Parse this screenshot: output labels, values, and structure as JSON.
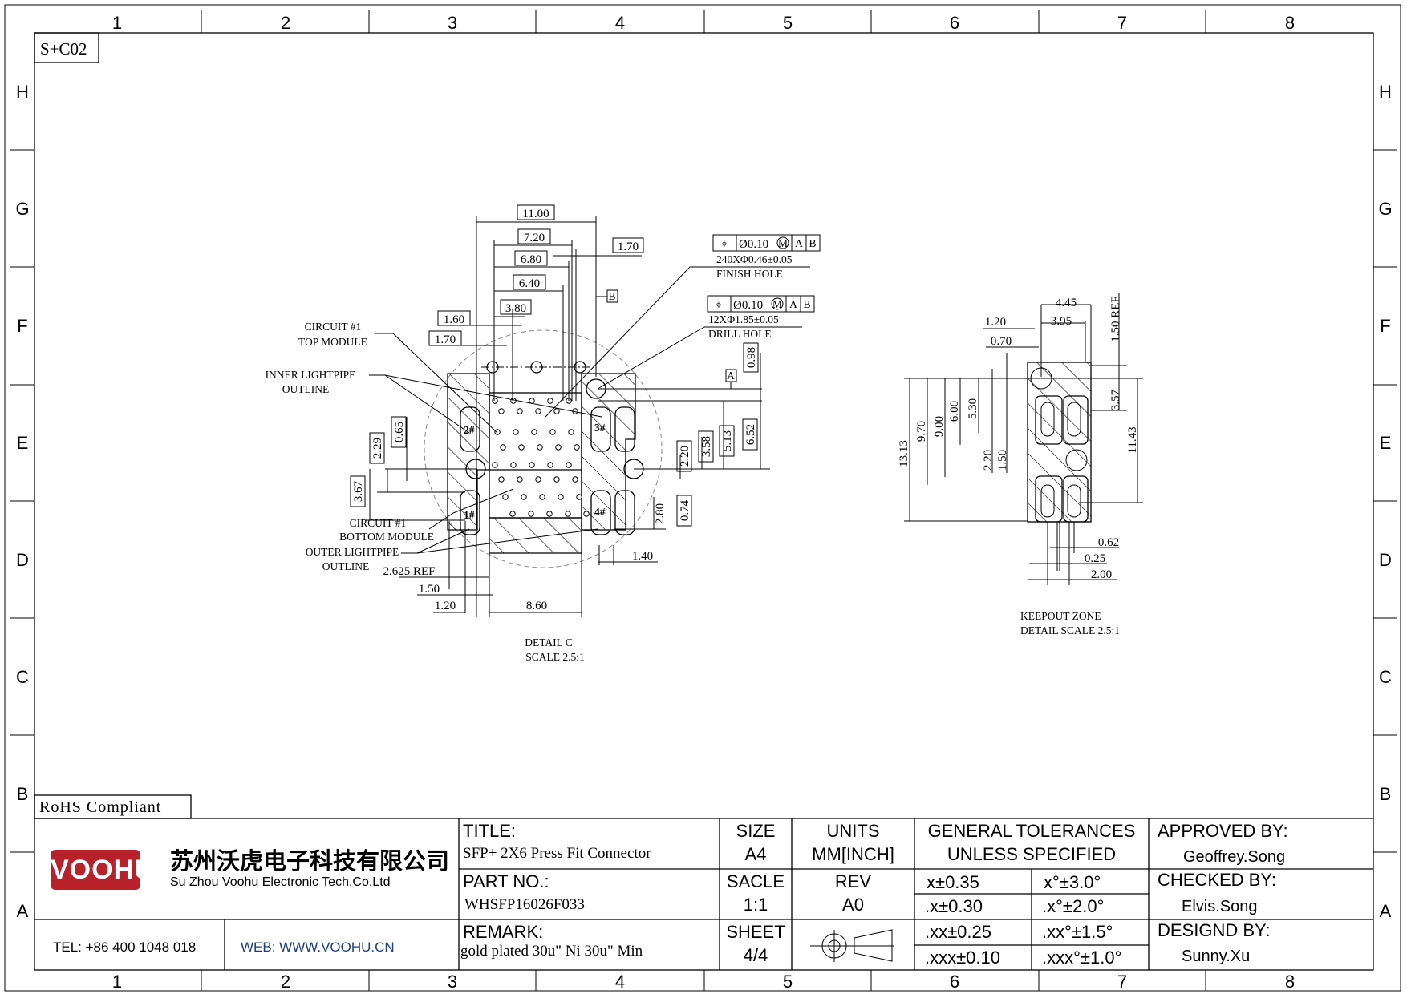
{
  "frame": {
    "columns": [
      "1",
      "2",
      "3",
      "4",
      "5",
      "6",
      "7",
      "8"
    ],
    "rows": [
      "H",
      "G",
      "F",
      "E",
      "D",
      "C",
      "B",
      "A"
    ],
    "drawing_id": "S+C02",
    "rohs_label": "RoHS Compliant"
  },
  "detail_c": {
    "dims": {
      "d11_00": "11.00",
      "d7_20": "7.20",
      "d6_80": "6.80",
      "d6_40": "6.40",
      "d3_80": "3.80",
      "d1_60": "1.60",
      "d1_70_left": "1.70",
      "d1_70_right": "1.70",
      "d0_98": "0.98",
      "d0_65": "0.65",
      "d2_29": "2.29",
      "d3_67": "3.67",
      "d2_20": "2.20",
      "d3_58": "3.58",
      "d5_13": "5.13",
      "d6_52": "6.52",
      "d2_80": "2.80",
      "d0_74": "0.74",
      "d1_40": "1.40",
      "d2_625": "2.625 REF",
      "d1_50": "1.50",
      "d1_20": "1.20",
      "d8_60": "8.60"
    },
    "datum_a": "A",
    "datum_b": "B",
    "fcf_finish": {
      "symbol": "⌖",
      "tolerance": "Ø0.10",
      "modifier": "M",
      "ref1": "A",
      "ref2": "B",
      "note": "240XΦ0.46±0.05",
      "note2": "FINISH HOLE"
    },
    "fcf_drill": {
      "symbol": "⌖",
      "tolerance": "Ø0.10",
      "modifier": "M",
      "ref1": "A",
      "ref2": "B",
      "note": "12XΦ1.85±0.05",
      "note2": "DRILL HOLE"
    },
    "callouts": {
      "top_module_1": "CIRCUIT #1",
      "top_module_2": "TOP MODULE",
      "inner_lp_1": "INNER LIGHTPIPE",
      "inner_lp_2": "OUTLINE",
      "bottom_module_1": "CIRCUIT #1",
      "bottom_module_2": "BOTTOM MODULE",
      "outer_lp_1": "OUTER LIGHTPIPE",
      "outer_lp_2": "OUTLINE"
    },
    "port_labels": [
      "1#",
      "2#",
      "3#",
      "4#"
    ],
    "title": "DETAIL C",
    "scale": "SCALE 2.5:1"
  },
  "keepout": {
    "dims": {
      "d4_45": "4.45",
      "d3_95": "3.95",
      "d1_20": "1.20",
      "d0_70": "0.70",
      "d1_50_ref": "1.50 REF",
      "d13_13": "13.13",
      "d9_70": "9.70",
      "d9_00": "9.00",
      "d6_00": "6.00",
      "d5_30": "5.30",
      "d2_20": "2.20",
      "d1_50": "1.50",
      "d3_57": "3.57",
      "d11_43": "11.43",
      "d0_62": "0.62",
      "d0_25": "0.25",
      "d2_00": "2.00"
    },
    "title": "KEEPOUT ZONE",
    "scale": "DETAIL SCALE 2.5:1"
  },
  "title_block": {
    "logo_text": "VOOHU",
    "company_cn": "苏州沃虎电子科技有限公司",
    "company_en": "Su Zhou Voohu Electronic Tech.Co.Ltd",
    "tel": "TEL: +86 400 1048 018",
    "web": "WEB: WWW.VOOHU.CN",
    "title_label": "TITLE:",
    "title_value": "SFP+ 2X6 Press Fit Connector",
    "part_label": "PART NO.:",
    "part_value": "WHSFP16026F033",
    "remark_label": "REMARK:",
    "remark_value": "gold plated 30u\" Ni 30u\" Min",
    "size_label": "SIZE",
    "size_value": "A4",
    "units_label": "UNITS",
    "units_value": "MM[INCH]",
    "scale_label": "SACLE",
    "scale_value": "1:1",
    "rev_label": "REV",
    "rev_value": "A0",
    "sheet_label": "SHEET",
    "sheet_value": "4/4",
    "tol_header_1": "GENERAL TOLERANCES",
    "tol_header_2": "UNLESS SPECIFIED",
    "tolerances": [
      [
        "x±0.35",
        "x°±3.0°"
      ],
      [
        ".x±0.30",
        ".x°±2.0°"
      ],
      [
        ".xx±0.25",
        ".xx°±1.5°"
      ],
      [
        ".xxx±0.10",
        ".xxx°±1.0°"
      ]
    ],
    "approved_label": "APPROVED BY:",
    "approved_value": "Geoffrey.Song",
    "checked_label": "CHECKED BY:",
    "checked_value": "Elvis.Song",
    "designed_label": "DESIGND BY:",
    "designed_value": "Sunny.Xu"
  },
  "colors": {
    "logo_red": "#b8202a",
    "web_blue": "#1d3f7a"
  }
}
